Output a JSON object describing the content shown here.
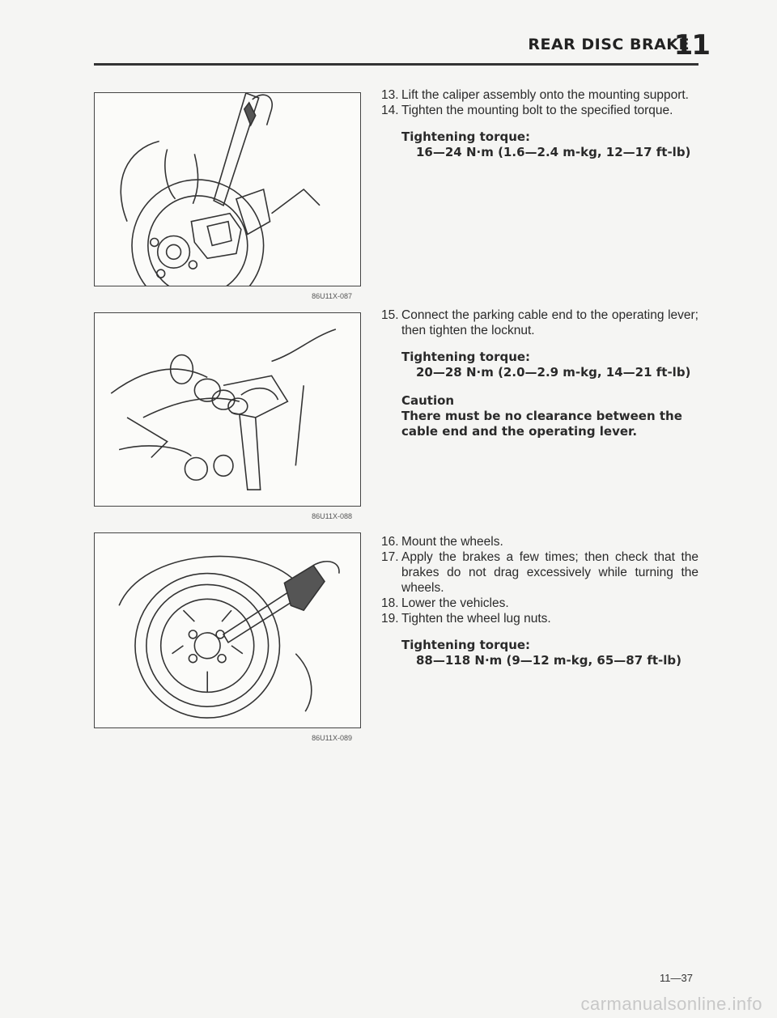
{
  "header": {
    "title": "REAR DISC BRAKE",
    "chapter": "11"
  },
  "figures": [
    {
      "code": "86U11X-087",
      "icon": "caliper-mounting-illustration"
    },
    {
      "code": "86U11X-088",
      "icon": "parking-cable-illustration"
    },
    {
      "code": "86U11X-089",
      "icon": "wheel-lug-nut-illustration"
    }
  ],
  "sections": [
    {
      "steps": [
        {
          "num": "13.",
          "text": "Lift the caliper assembly onto the mounting support."
        },
        {
          "num": "14.",
          "text": "Tighten the mounting bolt to the specified torque."
        }
      ],
      "torque_label": "Tightening torque:",
      "torque_value": "16—24 N·m (1.6—2.4 m-kg, 12—17 ft-lb)"
    },
    {
      "steps": [
        {
          "num": "15.",
          "text": "Connect the parking cable end to the operating lever; then tighten the locknut."
        }
      ],
      "torque_label": "Tightening torque:",
      "torque_value": "20—28 N·m (2.0—2.9 m-kg, 14—21 ft-lb)",
      "caution_label": "Caution",
      "caution_text": "There must be no clearance between the cable end and the operating lever."
    },
    {
      "steps": [
        {
          "num": "16.",
          "text": "Mount the wheels."
        },
        {
          "num": "17.",
          "text": "Apply the brakes a few times; then check that the brakes do not drag excessively while turning the wheels."
        },
        {
          "num": "18.",
          "text": "Lower the vehicles."
        },
        {
          "num": "19.",
          "text": "Tighten the wheel lug nuts."
        }
      ],
      "torque_label": "Tightening torque:",
      "torque_value": "88—118 N·m (9—12 m-kg, 65—87 ft-lb)"
    }
  ],
  "page_number": "11—37",
  "watermark": "carmanualsonline.info"
}
